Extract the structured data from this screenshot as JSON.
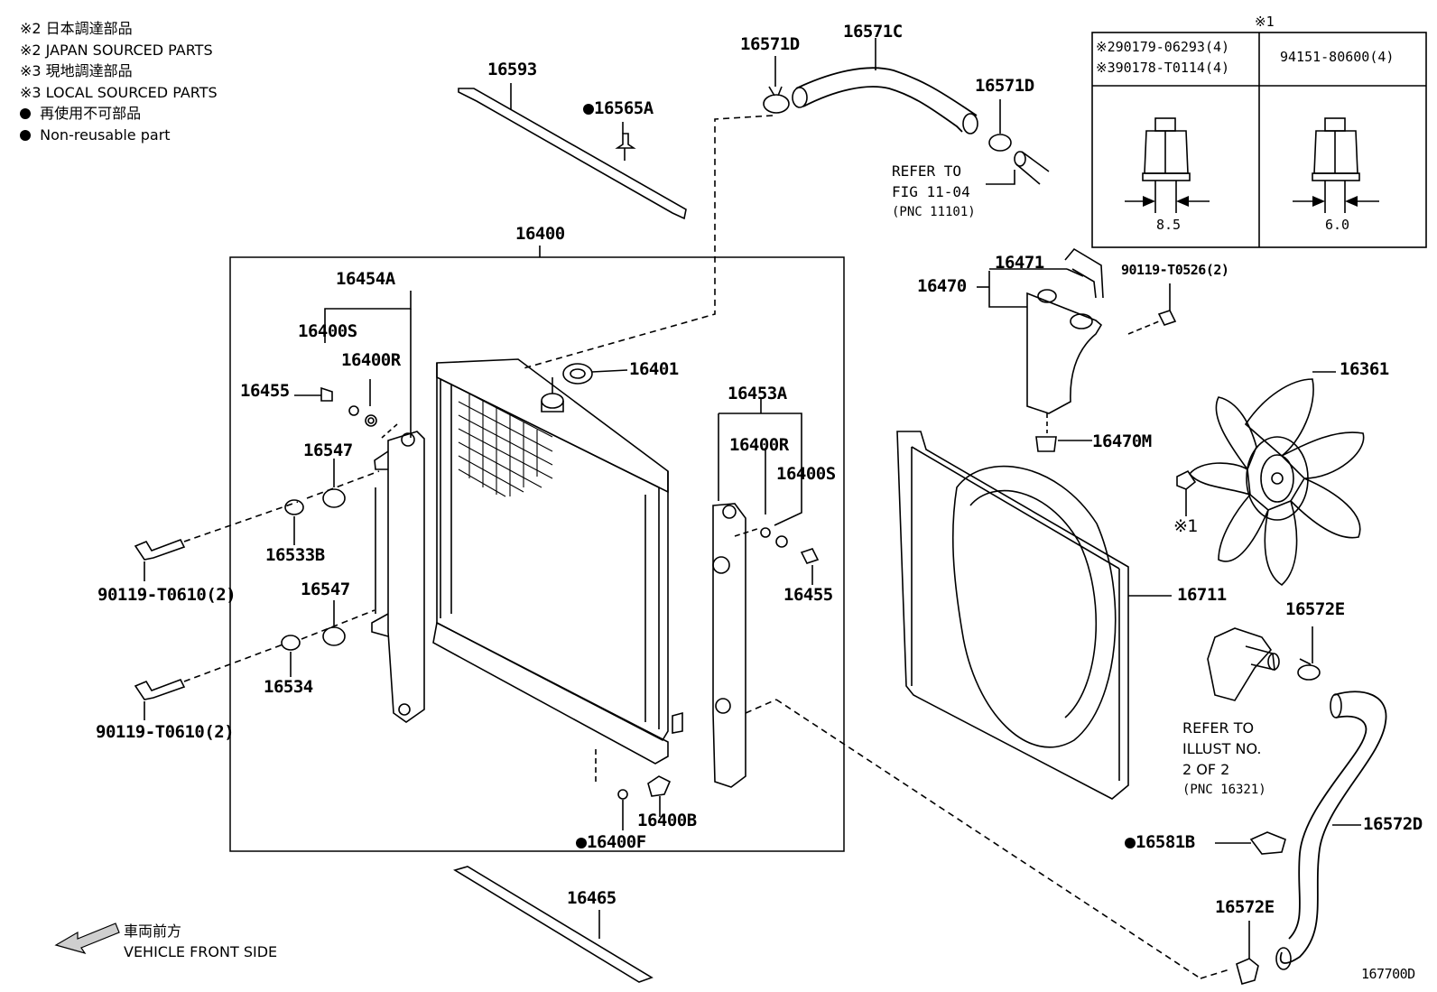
{
  "legend": {
    "line1": "※2 日本調達部品",
    "line2": "※2 JAPAN SOURCED PARTS",
    "line3": "※3 現地調達部品",
    "line4": "※3 LOCAL SOURCED PARTS",
    "line5": "再使用不可部品",
    "line6": "Non-reusable part"
  },
  "table": {
    "header_mark": "※1",
    "cell_left_1": "※290179-06293(4)",
    "cell_left_2": "※390178-T0114(4)",
    "cell_right": "94151-80600(4)",
    "dim_left": "8.5",
    "dim_right": "6.0"
  },
  "labels": {
    "p16593": "16593",
    "p16565A": "16565A",
    "p16571D_a": "16571D",
    "p16571C": "16571C",
    "p16571D_b": "16571D",
    "p16400": "16400",
    "p16454A": "16454A",
    "p16400S_a": "16400S",
    "p16400R_a": "16400R",
    "p16455_a": "16455",
    "p16401": "16401",
    "p16547_a": "16547",
    "p16533B": "16533B",
    "p90119_a": "90119-T0610(2)",
    "p16547_b": "16547",
    "p16534": "16534",
    "p90119_b": "90119-T0610(2)",
    "p16453A": "16453A",
    "p16400R_b": "16400R",
    "p16400S_b": "16400S",
    "p16455_b": "16455",
    "p16400B": "16400B",
    "p16400F": "16400F",
    "p16465": "16465",
    "p16470": "16470",
    "p16471": "16471",
    "p90119_c": "90119-T0526(2)",
    "p16470M": "16470M",
    "p16361": "16361",
    "p_x1": "※1",
    "p16711": "16711",
    "p16572E_a": "16572E",
    "p16572D": "16572D",
    "p16581B": "16581B",
    "p16572E_b": "16572E",
    "diagram_id": "167700D"
  },
  "refs": {
    "fig_1": "REFER TO",
    "fig_2": "FIG 11-04",
    "fig_3": "(PNC 11101)",
    "ill_1": "REFER TO",
    "ill_2": "ILLUST NO.",
    "ill_3": "2 OF 2",
    "ill_4": "(PNC 16321)"
  },
  "front": {
    "jp": "車両前方",
    "en": "VEHICLE FRONT SIDE"
  }
}
